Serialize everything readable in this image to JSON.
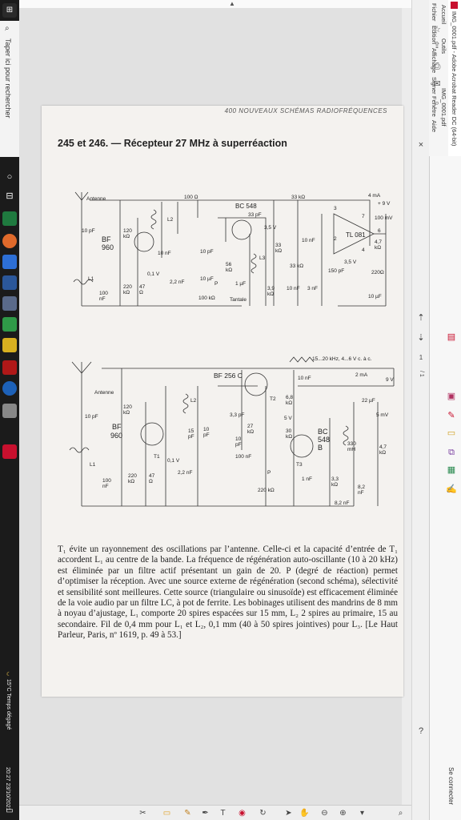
{
  "taskbar": {
    "search_placeholder": "Taper ici pour rechercher",
    "weather": "15°C Temps dégagé",
    "time": "20:27",
    "date": "23/10/2021"
  },
  "acrobat": {
    "window_title": "IMG_0001.pdf - Adobe Acrobat Reader DC (64-bit)",
    "menu": [
      "Fichier",
      "Edition",
      "Affichage",
      "Signer",
      "Fenêtre",
      "Aide"
    ],
    "tabs": [
      "Accueil",
      "Outils"
    ],
    "doc_tab": "IMG_0001.pdf",
    "page_current": "1",
    "page_total": "/ 1",
    "connect_label": "Se connecter"
  },
  "page": {
    "header": "400 NOUVEAUX SCHÉMAS RADIOFRÉQUENCES",
    "title": "245 et 246. — Récepteur 27 MHz à superréaction"
  },
  "schematic1": {
    "labels": [
      "Antenne",
      "10 pF",
      "BF",
      "960",
      "120",
      "kΩ",
      "L1",
      "220",
      "kΩ",
      "100",
      "nF",
      "47",
      "Ω",
      "0,1 V",
      "2,2 nF",
      "10 nF",
      "100 Ω",
      "L2",
      "BC 548",
      "33 pF",
      "10 pF",
      "10 µF",
      "56",
      "kΩ",
      "1 µF",
      "P",
      "100 kΩ",
      "Tantale",
      "3,5 V",
      "33",
      "kΩ",
      "L3",
      "3,9",
      "kΩ",
      "33 kΩ",
      "10 nF",
      "33 kΩ",
      "10 nF",
      "3 nF",
      "150 pF",
      "3,5 V",
      "TL 081",
      "4 mA",
      "+ 9 V",
      "100 mV",
      "4,7",
      "kΩ",
      "220Ω",
      "10 µF",
      "3",
      "7",
      "6",
      "2",
      "4"
    ]
  },
  "schematic2": {
    "labels": [
      "15...20 kHz, 4...6 V c. à c.",
      "BF 256 C",
      "10 nF",
      "2 mA",
      "9 V",
      "Antenne",
      "10 pF",
      "120",
      "kΩ",
      "BF",
      "960",
      "L2",
      "3,3 pF",
      "T2",
      "6,8",
      "kΩ",
      "22 µF",
      "5 mV",
      "15",
      "pF",
      "10",
      "pF",
      "27",
      "kΩ",
      "5 V",
      "30",
      "kΩ",
      "BC",
      "548",
      "B",
      "330",
      "mH",
      "4,7",
      "kΩ",
      "T1",
      "0,1 V",
      "L1",
      "100",
      "nF",
      "220",
      "kΩ",
      "47",
      "Ω",
      "2,2 nF",
      "100 nF",
      "10",
      "pF",
      "P",
      "220 kΩ",
      "T3",
      "1 nF",
      "3,3",
      "kΩ",
      "8,2",
      "nF",
      "8,2 nF"
    ]
  },
  "body_text": "T₁ évite un rayonnement des oscillations par l’antenne. Celle-ci et la capacité d’entrée de T₁ accordent L₁ au centre de la bande. La fréquence de régénération auto-oscillante (10 à 20 kHz) est éliminée par un filtre actif présentant un gain de 20. P (degré de réaction) permet d’optimiser la réception. Avec une source externe de régénération (second schéma), sélectivité et sensibilité sont meilleures. Cette source (triangulaire ou sinusoïde) est efficacement éliminée de la voie audio par un filtre LC, à pot de ferrite. Les bobinages utilisent des mandrins de 8 mm à noyau d’ajustage, L₁ comporte 20 spires espacées sur 15 mm, L₂ 2 spires au primaire, 15 au secondaire. Fil de 0,4 mm pour L₁ et L₂, 0,1 mm (40 à 50 spires jointives) pour L₃. [Le Haut Parleur, Paris, nº 1619, p. 49 à 53.]"
}
